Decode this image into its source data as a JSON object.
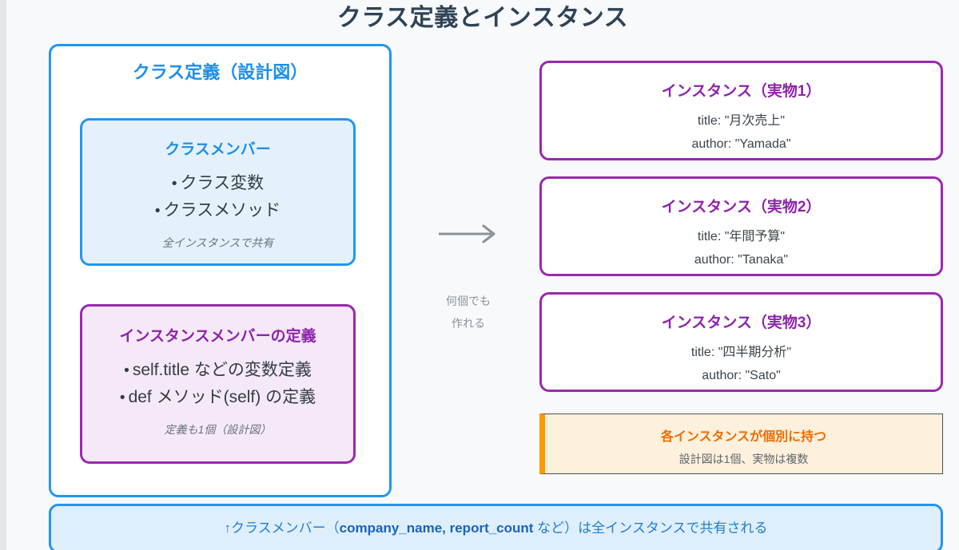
{
  "title": "クラス定義とインスタンス",
  "class_definition": {
    "heading": "クラス定義（設計図）",
    "class_member": {
      "heading": "クラスメンバー",
      "bullets": [
        "クラス変数",
        "クラスメソッド"
      ],
      "note": "全インスタンスで共有"
    },
    "instance_member": {
      "heading": "インスタンスメンバーの定義",
      "bullets": [
        "self.title などの変数定義",
        "def メソッド(self) の定義"
      ],
      "note": "定義も1個（設計図）"
    }
  },
  "arrow": {
    "icon": "arrow-right-icon",
    "caption_line1": "何個でも",
    "caption_line2": "作れる"
  },
  "instances": [
    {
      "heading": "インスタンス（実物1）",
      "title_field": "title: \"月次売上\"",
      "author_field": "author: \"Yamada\""
    },
    {
      "heading": "インスタンス（実物2）",
      "title_field": "title: \"年間予算\"",
      "author_field": "author: \"Tanaka\""
    },
    {
      "heading": "インスタンス（実物3）",
      "title_field": "title: \"四半期分析\"",
      "author_field": "author: \"Sato\""
    }
  ],
  "instance_note": {
    "heading": "各インスタンスが個別に持つ",
    "sub": "設計図は1個、実物は複数"
  },
  "shared_banner": {
    "prefix": "↑クラスメンバー（",
    "code": "company_name, report_count",
    "suffix": " など）は全インスタンスで共有される"
  },
  "colors": {
    "page_background": "#f7f9fb",
    "title_text": "#2f4356",
    "class_blue": "#2196f3",
    "class_blue_fill": "#e4f1fc",
    "instance_purple": "#9c27b0",
    "instance_purple_fill": "#f5e9f7",
    "note_orange": "#ff9800",
    "note_orange_text": "#ef6c00",
    "note_orange_fill": "#fdf0dc",
    "banner_fill": "#dfeefb",
    "arrow_gray": "#8b9299"
  }
}
